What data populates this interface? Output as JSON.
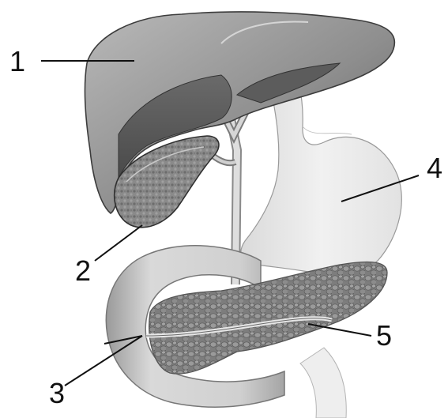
{
  "diagram": {
    "subject": "digestive-organs",
    "style": "grayscale-illustration",
    "callouts": [
      {
        "id": "label-1",
        "text": "1",
        "organ": "liver"
      },
      {
        "id": "label-2",
        "text": "2",
        "organ": "gallbladder"
      },
      {
        "id": "label-3",
        "text": "3",
        "organ": "duodenum"
      },
      {
        "id": "label-4",
        "text": "4",
        "organ": "stomach"
      },
      {
        "id": "label-5",
        "text": "5",
        "organ": "pancreas"
      }
    ]
  }
}
